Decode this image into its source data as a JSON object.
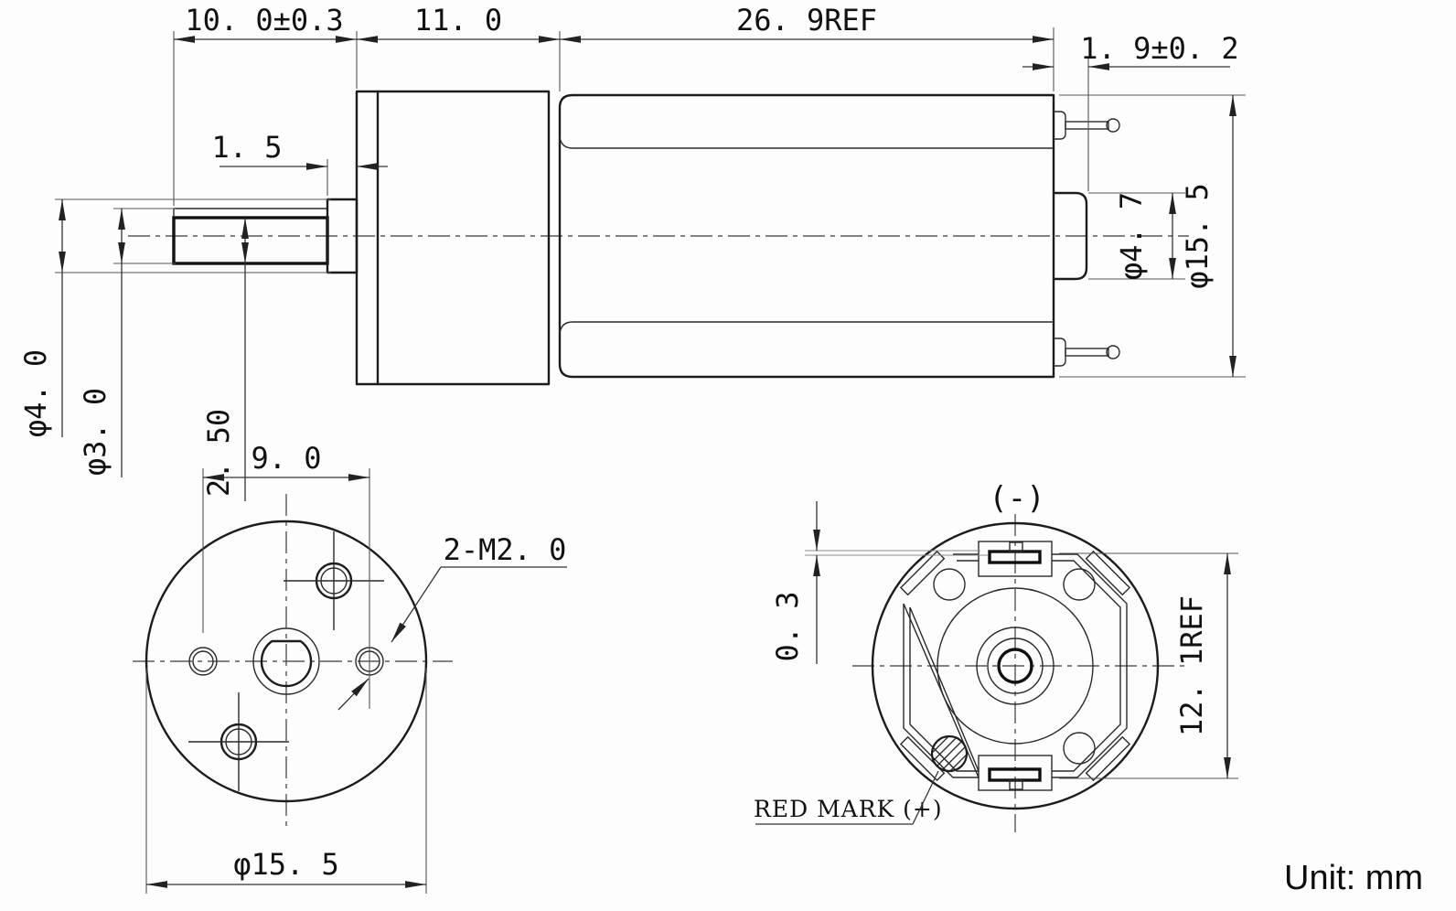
{
  "drawing": {
    "title": "DC gear motor dimensional drawing",
    "unit_label": "Unit: mm",
    "side_view": {
      "shaft_length": "10. 0±0.3",
      "gearbox_length": "11. 0",
      "motor_length": "26. 9REF",
      "terminal_boss_length": "1. 9±0. 2",
      "collar_length": "1. 5",
      "collar_diameter": "φ4. 0",
      "shaft_diameter": "φ3. 0",
      "shaft_flat": "2. 50",
      "rear_boss_diameter": "φ4. 7",
      "body_diameter": "φ15. 5"
    },
    "front_view": {
      "mount_hole_spacing": "9. 0",
      "mount_hole_thread": "2-M2. 0",
      "outer_diameter": "φ15. 5"
    },
    "rear_view": {
      "tab_protrusion": "0. 3",
      "terminal_span": "12. 1REF",
      "negative_terminal": "(-)",
      "positive_mark": "RED MARK (+)"
    }
  }
}
